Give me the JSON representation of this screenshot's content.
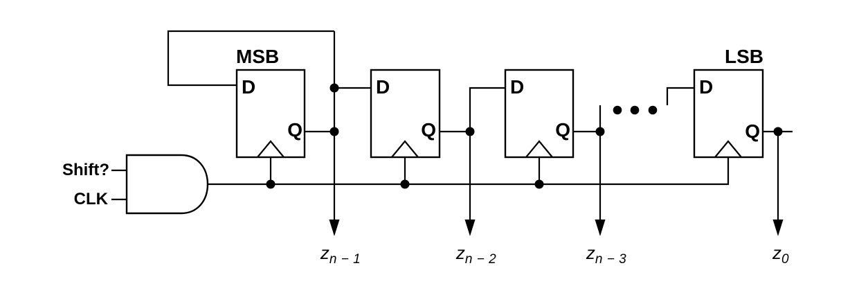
{
  "colors": {
    "line": "#000000",
    "background": "#ffffff"
  },
  "gate": {
    "type": "AND",
    "input_top": "Shift?",
    "input_bottom": "CLK"
  },
  "flipflops": [
    {
      "title": "MSB",
      "d": "D",
      "q": "Q"
    },
    {
      "title": "",
      "d": "D",
      "q": "Q"
    },
    {
      "title": "",
      "d": "D",
      "q": "Q"
    },
    {
      "title": "LSB",
      "d": "D",
      "q": "Q"
    }
  ],
  "outputs": [
    {
      "base": "z",
      "sub": "n − 1"
    },
    {
      "base": "z",
      "sub": "n − 2"
    },
    {
      "base": "z",
      "sub": "n − 3"
    },
    {
      "base": "z",
      "sub": "0"
    }
  ]
}
